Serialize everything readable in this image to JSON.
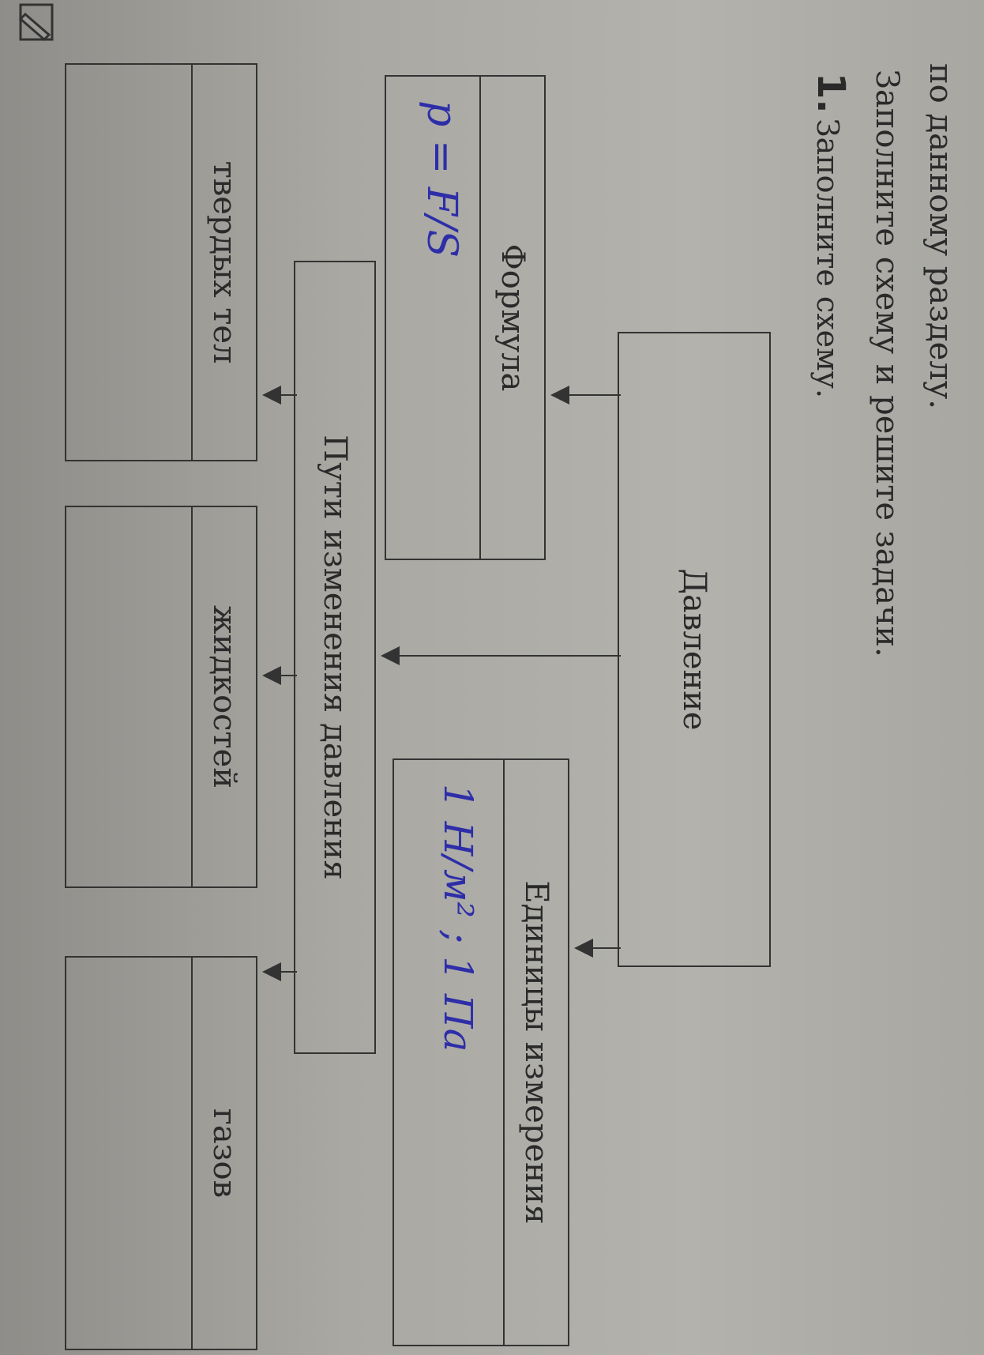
{
  "header": {
    "section_tail": "по данному разделу.",
    "task_line": "Заполните схему и решите задачи.",
    "item_number": "1.",
    "item_text": "Заполните схему."
  },
  "scheme": {
    "root": "Давление",
    "formula_label": "Формула",
    "units_label": "Единицы измерения",
    "paths_label": "Пути изменения давления",
    "solids_label": "твердых тел",
    "liquids_label": "жидкостей",
    "gases_label": "газов"
  },
  "handwritten": {
    "formula": "p = F/S",
    "units": "1 Н/м² ; 1 Па"
  },
  "icons": {
    "task_icon": "pencil-icon"
  },
  "colors": {
    "ink": "#2d2ea8",
    "print": "#2b2a2a"
  }
}
